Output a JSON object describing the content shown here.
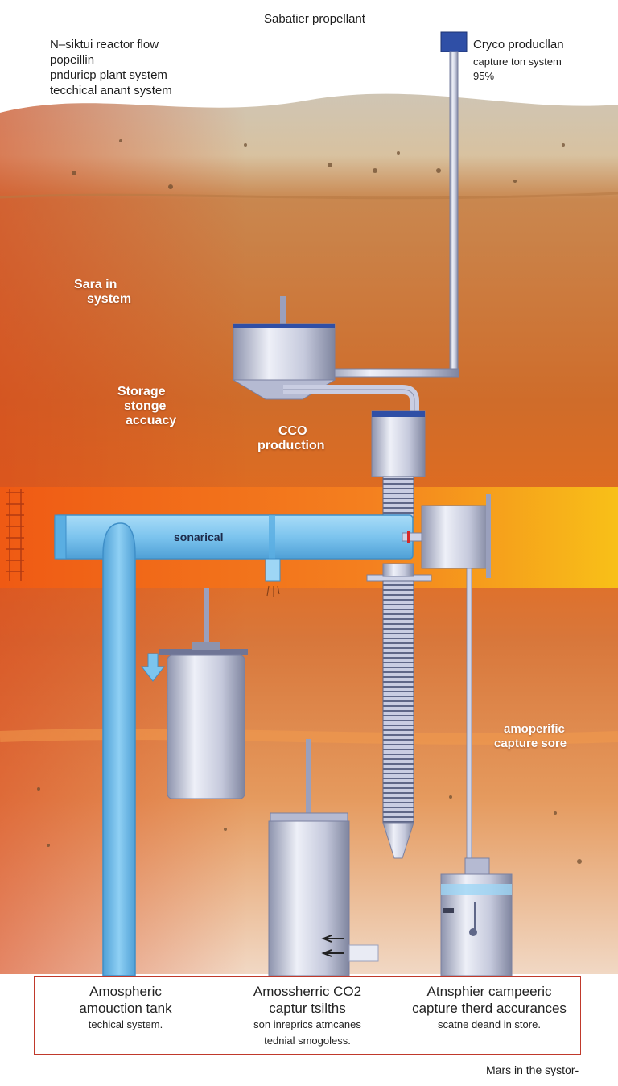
{
  "title": "Sabatier propellant",
  "top_left_labels": [
    "N–siktui reactor flow",
    "popeillin",
    "pnduricp plant system",
    "tecchical anant system"
  ],
  "top_right_labels": [
    "Cryco producllan",
    "capture ton system",
    "95%"
  ],
  "layer_labels": {
    "sara": [
      "Sara in",
      "system"
    ],
    "storage": [
      "Storage",
      "stonge",
      "accuacy"
    ],
    "cco": [
      "CCO",
      "production"
    ],
    "pipe": "sonarical",
    "amoperific": [
      "amoperific",
      "capture sore"
    ]
  },
  "captions": [
    {
      "title": [
        "Amospheric",
        "amouction tank"
      ],
      "sub": [
        "techical system."
      ]
    },
    {
      "title": [
        "Amossherric CO2",
        "captur tsilths"
      ],
      "sub": [
        "son inreprics atmcanes",
        "tednial smogoless."
      ]
    },
    {
      "title": [
        "Atnsphier campeeric",
        "capture therd accurances"
      ],
      "sub": [
        "scatne deand in store."
      ]
    }
  ],
  "footer": "Mars in the systor-",
  "colors": {
    "pipe_blue": "#7cc4ee",
    "metal": "#cfd3e6",
    "soil_orange": "#e8752a",
    "caption_border": "#c0392b"
  }
}
